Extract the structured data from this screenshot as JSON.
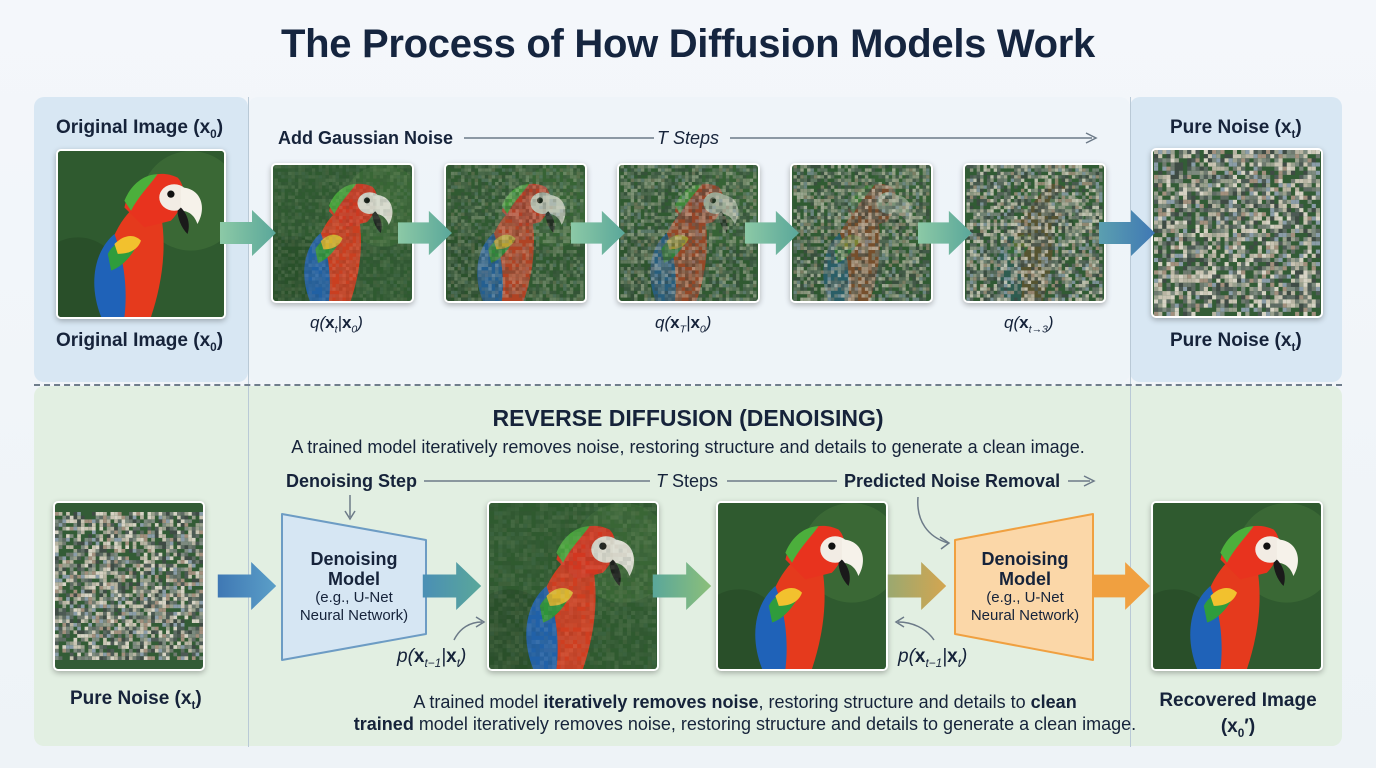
{
  "title": "The Process of How Diffusion Models Work",
  "forward": {
    "original_top": "Original Image (x",
    "original_sub": "0",
    "original_bottom": "Original Image (x",
    "add_noise": "Add Gaussian Noise",
    "t_steps": "T Steps",
    "pure_top": "Pure Noise (x",
    "pure_sub": "t",
    "pure_bottom": "Pure Noise (x",
    "eq1_a": "q(",
    "eq1_x": "x",
    "eq1_s1": "t",
    "eq1_mid": "|",
    "eq1_x2": "x",
    "eq1_s2": "0",
    "eq1_end": ")",
    "eq2_s1": "T",
    "eq2_s2": "0",
    "eq3_s1": "t→3",
    "close": ")"
  },
  "reverse": {
    "title": "REVERSE DIFFUSION (DENOISING)",
    "subtitle": "A trained model iteratively removes noise, restoring structure and details to generate a clean image.",
    "denoising_step": "Denoising Step",
    "t_steps": "T Steps",
    "predicted_noise": "Predicted Noise Removal",
    "model_line1": "Denoising",
    "model_line2": "Model",
    "model_line3": "(e.g., U-Net",
    "model_line4": "Neural Network)",
    "eq_p": "p(",
    "eq_x": "x",
    "eq_s1": "t−1",
    "eq_bar": "|",
    "eq_s2": "t",
    "eq_end": ")",
    "pure_noise": "Pure Noise (x",
    "pure_sub": "t",
    "recovered_line1": "Recovered Image",
    "recovered_line2": "(x",
    "recovered_sub": "0",
    "recovered_end": "′)",
    "bottom1_a": "A trained model ",
    "bottom1_b": "iteratively removes noise",
    "bottom1_c": ", restoring structure and details to ",
    "bottom1_d": "clean",
    "bottom2_a": "trained",
    "bottom2_b": " model iteratively removes noise, restoring structure and details to generate a clean image."
  },
  "colors": {
    "arrow_teal": "#5aa79a",
    "arrow_blue": "#4a86b8",
    "arrow_orange": "#f0a040",
    "model_blue": "#d6e6f3",
    "model_orange": "#fbd7a8"
  },
  "icons": [
    "parrot-image",
    "noise-image",
    "right-arrow-icon",
    "curved-arrow-icon"
  ]
}
